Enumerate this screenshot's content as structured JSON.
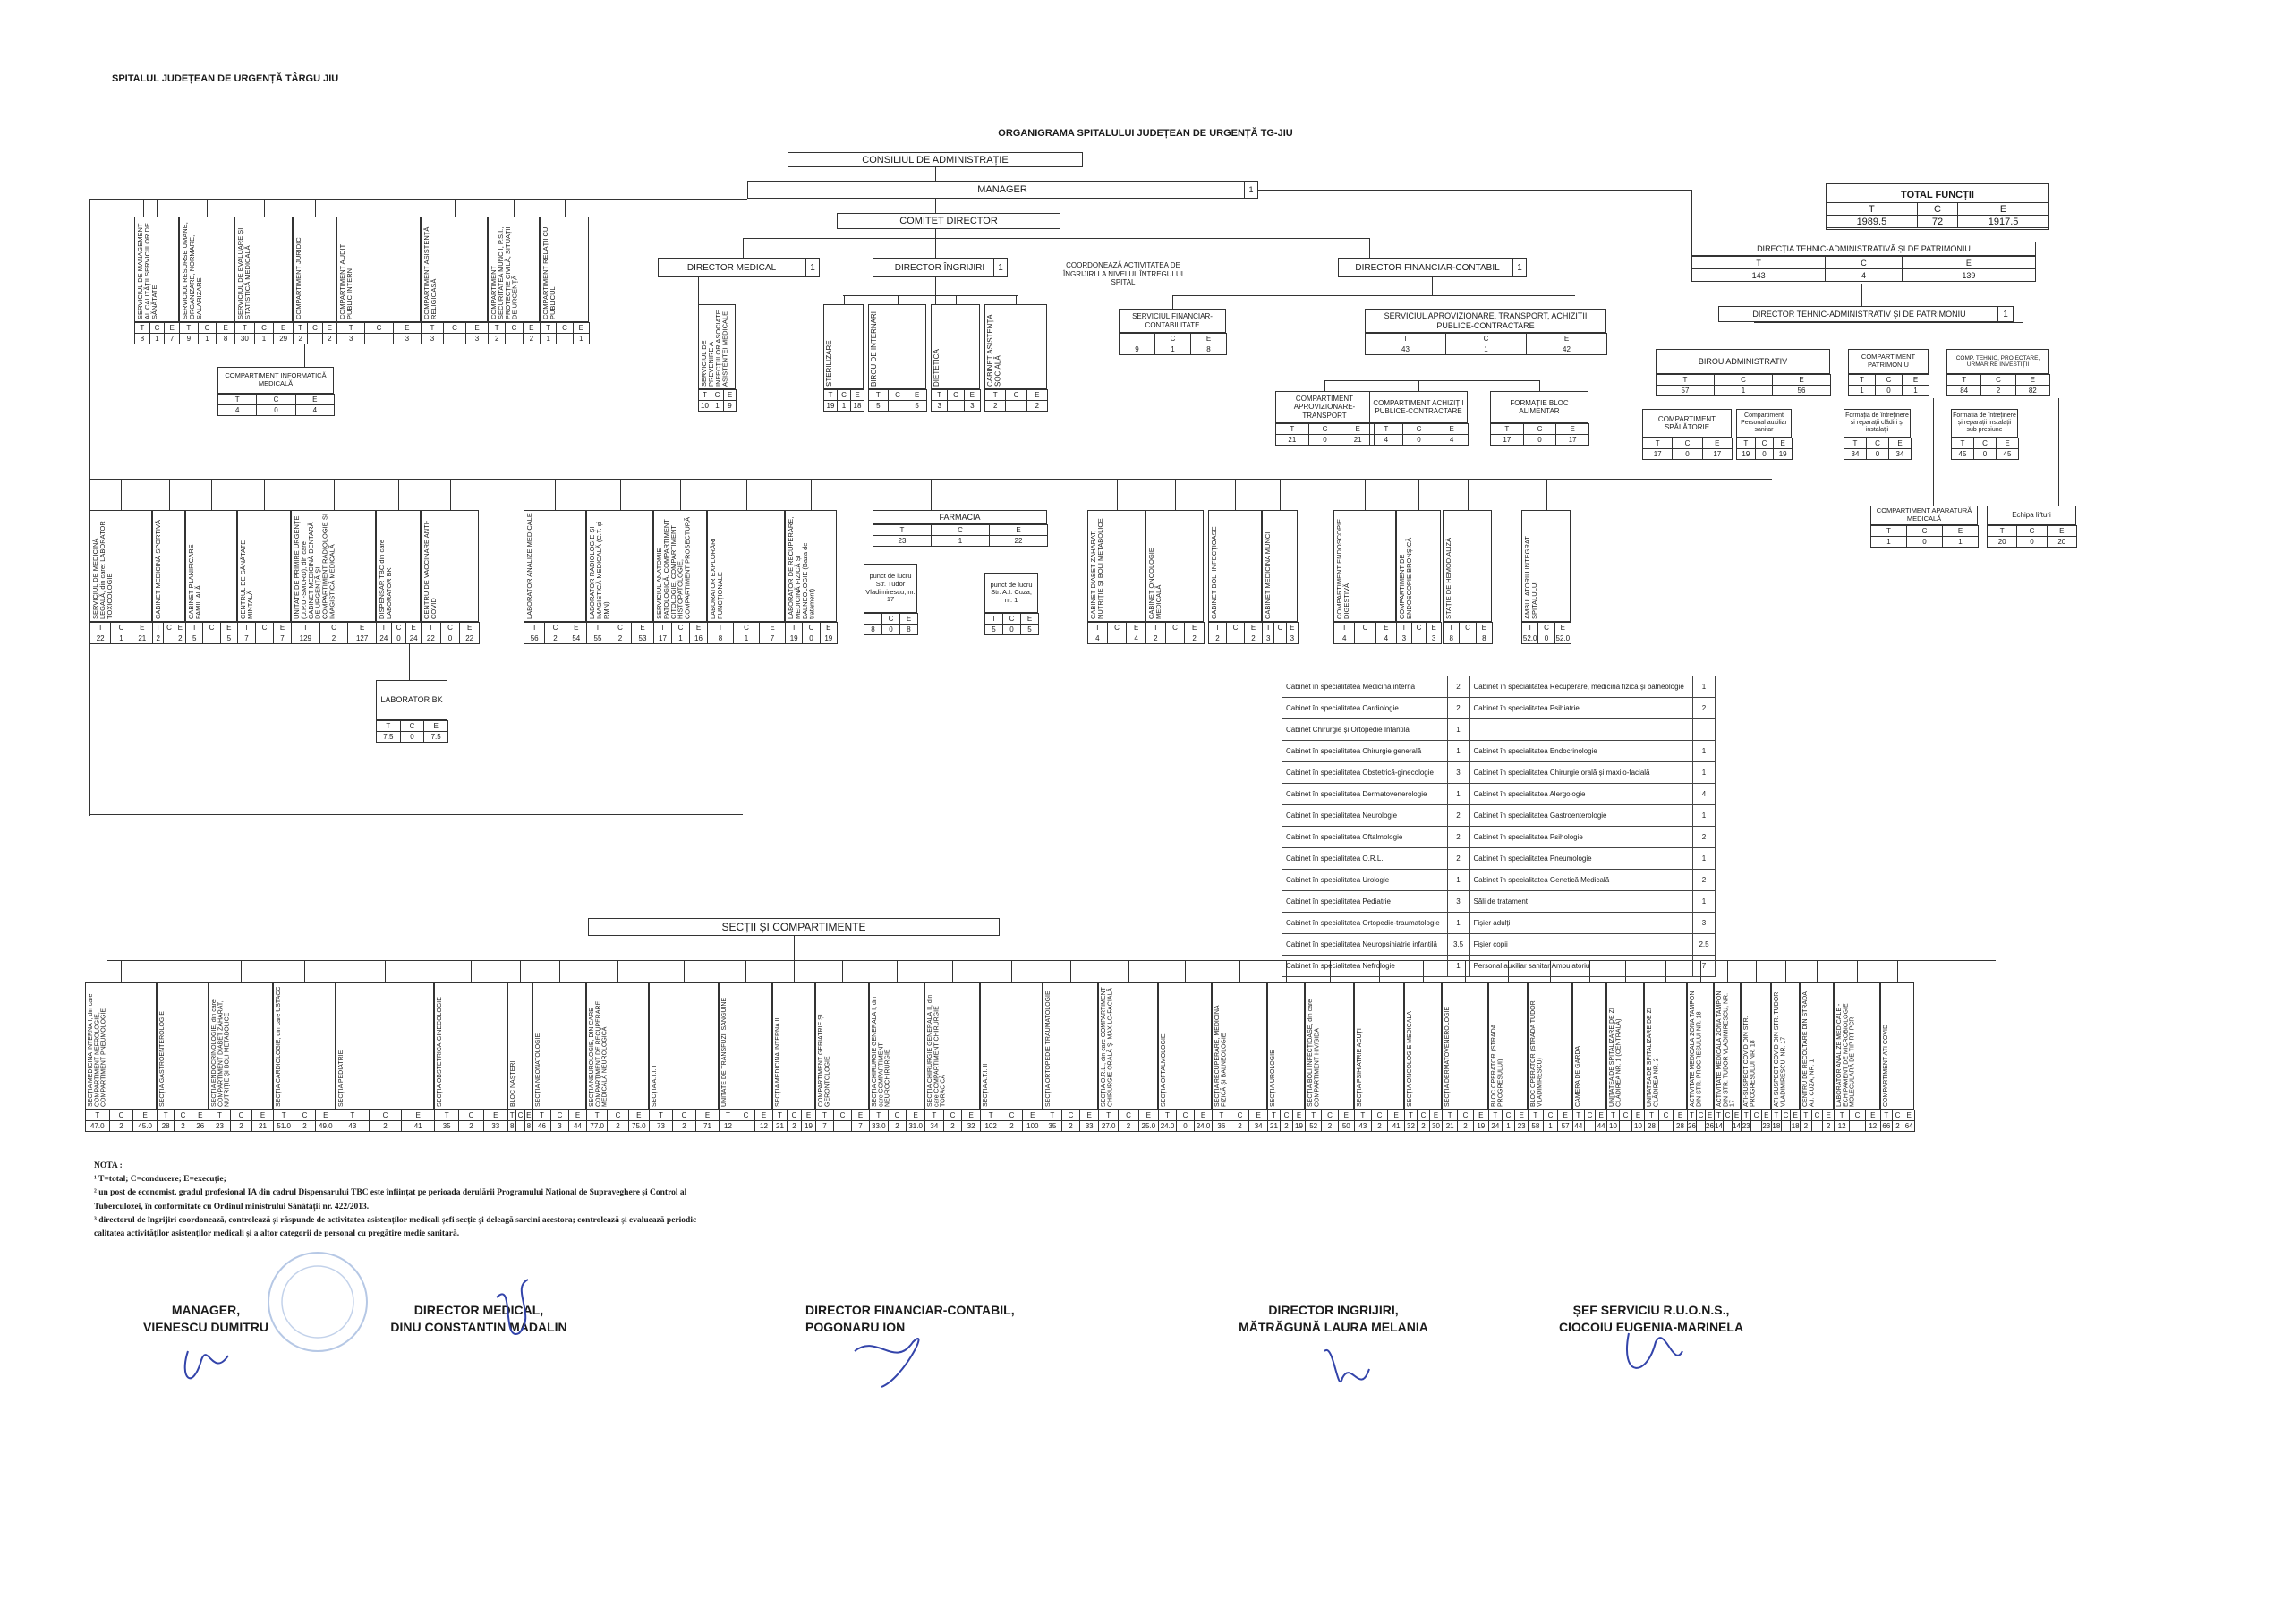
{
  "header": {
    "hospital": "SPITALUL JUDEȚEAN DE URGENȚĂ TÂRGU JIU",
    "title": "ORGANIGRAMA SPITALULUI JUDEȚEAN DE URGENȚĂ TG-JIU"
  },
  "top": {
    "council": "CONSILIUL DE ADMINISTRAȚIE",
    "manager": "MANAGER",
    "manager_count": "1",
    "committee": "COMITET DIRECTOR",
    "director_medical": "DIRECTOR MEDICAL",
    "director_ingrijiri": "DIRECTOR ÎNGRIJIRI",
    "director_financiar": "DIRECTOR FINANCIAR-CONTABIL",
    "dir_count": "1",
    "coordination_note": "COORDONEAZĂ ACTIVITATEA DE ÎNGRIJIRI LA NIVELUL ÎNTREGULUI SPITAL"
  },
  "totals": {
    "title": "TOTAL FUNCȚII",
    "headers": [
      "T",
      "C",
      "E"
    ],
    "values": [
      "1989.5",
      "72",
      "1917.5"
    ]
  },
  "manager_units": [
    {
      "label": "SERVICIUL DE MANAGEMENT AL CALITĂȚII SERVICIILOR DE SĂNĂTATE",
      "t": "8",
      "c": "1",
      "e": "7"
    },
    {
      "label": "SERVICIUL RESURSE UMANE, ORGANIZARE, NORMARE, SALARIZARE",
      "t": "9",
      "c": "1",
      "e": "8"
    },
    {
      "label": "SERVICIUL DE EVALUARE ȘI STATISTICĂ MEDICALĂ",
      "t": "30",
      "c": "1",
      "e": "29"
    },
    {
      "label": "COMPARTIMENT JURIDIC",
      "t": "2",
      "c": "",
      "e": "2"
    },
    {
      "label": "COMPARTIMENT AUDIT PUBLIC INTERN",
      "t": "3",
      "c": "",
      "e": "3"
    },
    {
      "label": "COMPARTIMENT ASISTENȚĂ RELIGIOASĂ",
      "t": "3",
      "c": "",
      "e": "3"
    },
    {
      "label": "COMPARTIMENT SECURITATEA MUNCII, P.S.I., PROTECȚIE CIVILĂ, SITUAȚII DE URGENȚĂ",
      "t": "2",
      "c": "",
      "e": "2"
    },
    {
      "label": "COMPARTIMENT RELAȚII CU PUBLICUL",
      "t": "1",
      "c": "",
      "e": "1"
    }
  ],
  "informatica": {
    "label": "COMPARTIMENT INFORMATICĂ MEDICALĂ",
    "t": "4",
    "c": "0",
    "e": "4"
  },
  "medical_units": [
    {
      "label": "SERVICIUL DE PREVENIRE A INFECȚIILOR ASOCIATE ASISTENȚEI MEDICALE",
      "t": "10",
      "c": "1",
      "e": "9"
    }
  ],
  "ingrijiri_units": [
    {
      "label": "STERILIZARE",
      "t": "19",
      "c": "1",
      "e": "18"
    },
    {
      "label": "BIROU DE INTERNĂRI",
      "t": "5",
      "c": "",
      "e": "5"
    },
    {
      "label": "DIETETICĂ",
      "t": "3",
      "c": "",
      "e": "3"
    },
    {
      "label": "CABINET ASISTENȚĂ SOCIALĂ",
      "t": "2",
      "c": "",
      "e": "2"
    }
  ],
  "financiar": {
    "contab": {
      "label": "SERVICIUL FINANCIAR-CONTABILITATE",
      "t": "9",
      "c": "1",
      "e": "8"
    },
    "aprov": {
      "label": "SERVICIUL APROVIZIONARE, TRANSPORT, ACHIZIȚII PUBLICE-CONTRACTARE",
      "t": "43",
      "c": "1",
      "e": "42"
    },
    "sub": [
      {
        "label": "COMPARTIMENT APROVIZIONARE-TRANSPORT",
        "t": "21",
        "c": "0",
        "e": "21"
      },
      {
        "label": "COMPARTIMENT ACHIZIȚII PUBLICE-CONTRACTARE",
        "t": "4",
        "c": "0",
        "e": "4"
      },
      {
        "label": "FORMAȚIE BLOC ALIMENTAR",
        "t": "17",
        "c": "0",
        "e": "17"
      }
    ]
  },
  "tehnic": {
    "directia": "DIRECȚIA TEHNIC-ADMINISTRATIVĂ ȘI DE PATRIMONIU",
    "dir_vals": [
      "143",
      "4",
      "139"
    ],
    "director": "DIRECTOR TEHNIC-ADMINISTRATIV ȘI DE PATRIMONIU",
    "director_count": "1",
    "birou": {
      "label": "BIROU ADMINISTRATIV",
      "t": "57",
      "c": "1",
      "e": "56"
    },
    "patrimoniu": {
      "label": "COMPARTIMENT PATRIMONIU",
      "t": "1",
      "c": "0",
      "e": "1"
    },
    "proiectare": {
      "label": "COMP. TEHNIC, PROIECTARE, URMĂRIRE INVESTIȚII",
      "t": "84",
      "c": "2",
      "e": "82"
    },
    "spalatorie": {
      "label": "COMPARTIMENT SPĂLĂTORIE",
      "t": "17",
      "c": "0",
      "e": "17"
    },
    "personal": {
      "label": "Compartiment Personal auxiliar sanitar",
      "t": "19",
      "c": "0",
      "e": "19"
    },
    "formatie1": {
      "label": "Formația de întreținere și reparații clădiri și instalații",
      "t": "34",
      "c": "0",
      "e": "34"
    },
    "formatie2": {
      "label": "Formația de întreținere și reparații instalații sub presiune",
      "t": "45",
      "c": "0",
      "e": "45"
    },
    "aparatura": {
      "label": "COMPARTIMENT APARATURĂ MEDICALĂ",
      "t": "1",
      "c": "0",
      "e": "1"
    },
    "lifturi": {
      "label": "Echipa lifturi",
      "t": "20",
      "c": "0",
      "e": "20"
    }
  },
  "mid_units": [
    {
      "label": "SERVICIUL DE MEDICINĂ LEGALĂ, din care: LABORATOR TOXICOLOGIE",
      "t": "22",
      "c": "1",
      "e": "21"
    },
    {
      "label": "CABINET MEDICINĂ SPORTIVĂ",
      "t": "2",
      "c": "",
      "e": "2"
    },
    {
      "label": "CABINET PLANIFICARE FAMILIALĂ",
      "t": "5",
      "c": "",
      "e": "5"
    },
    {
      "label": "CENTRUL DE SĂNĂTATE MINTALĂ",
      "t": "7",
      "c": "",
      "e": "7"
    },
    {
      "label": "UNITATE DE PRIMIRE URGENȚE (U.P.U.-SMURD), din care CABINET MEDICINĂ DENTARĂ DE URGENȚĂ ȘI COMPARTIMENT RADIOLOGIE ȘI IMAGISTICĂ MEDICALĂ",
      "t": "129",
      "c": "2",
      "e": "127"
    },
    {
      "label": "DISPENSAR TBC din care LABORATOR BK",
      "t": "24",
      "c": "0",
      "e": "24"
    },
    {
      "label": "CENTRU DE VACCINARE ANTI-COVID",
      "t": "22",
      "c": "0",
      "e": "22"
    },
    {
      "label": "LABORATOR ANALIZE MEDICALE",
      "t": "56",
      "c": "2",
      "e": "54"
    },
    {
      "label": "LABORATOR RADIOLOGIE ȘI IMAGISTICĂ MEDICALĂ (C.T. și RMN)",
      "t": "55",
      "c": "2",
      "e": "53"
    },
    {
      "label": "SERVICIUL ANATOMIE PATOLOGICĂ, COMPARTIMENT CITOLOGIE, COMPARTIMENT HISTOPATOLOGIE, COMPARTIMENT PROSECTURĂ",
      "t": "17",
      "c": "1",
      "e": "16"
    },
    {
      "label": "LABORATOR EXPLORĂRI FUNCȚIONALE",
      "t": "8",
      "c": "1",
      "e": "7"
    },
    {
      "label": "LABORATOR DE RECUPERARE, MEDICINĂ FIZICĂ ȘI BALNEOLOGIE (Baza de tratament)",
      "t": "19",
      "c": "0",
      "e": "19"
    }
  ],
  "bk": {
    "label": "LABORATOR BK",
    "t": "7.5",
    "c": "0",
    "e": "7.5"
  },
  "farmacia": {
    "label": "FARMACIA",
    "vals": [
      "23",
      "1",
      "22"
    ],
    "p1": {
      "label": "punct de lucru Str. Tudor Vladimirescu, nr. 17",
      "t": "8",
      "c": "0",
      "e": "8"
    },
    "p2": {
      "label": "punct de lucru Str. A.I. Cuza, nr. 1",
      "t": "5",
      "c": "0",
      "e": "5"
    }
  },
  "cabinets": [
    {
      "label": "CABINET DIABET ZAHARAT, NUTRIȚIE ȘI BOLI METABOLICE",
      "t": "4",
      "c": "",
      "e": "4"
    },
    {
      "label": "CABINET ONCOLOGIE MEDICALĂ",
      "t": "2",
      "c": "",
      "e": "2"
    },
    {
      "label": "CABINET BOLI INFECȚIOASE",
      "t": "2",
      "c": "",
      "e": "2"
    },
    {
      "label": "CABINET MEDICINA MUNCII",
      "t": "3",
      "c": "",
      "e": "3"
    },
    {
      "label": "COMPARTIMENT ENDOSCOPIE DIGESTIVĂ",
      "t": "4",
      "c": "",
      "e": "4"
    },
    {
      "label": "COMPARTIMENT DE ENDOSCOPIE BRONȘICĂ",
      "t": "3",
      "c": "",
      "e": "3"
    },
    {
      "label": "STAȚIE DE HEMODIALIZĂ",
      "t": "8",
      "c": "",
      "e": "8"
    },
    {
      "label": "AMBULATORIU INTEGRAT SPITALULUI",
      "t": "52.0",
      "c": "0",
      "e": "52.0"
    }
  ],
  "cab_list": [
    [
      "Cabinet în specialitatea Medicină internă",
      "2",
      "Cabinet în specialitatea Recuperare, medicină fizică și balneologie",
      "1"
    ],
    [
      "Cabinet în specialitatea Cardiologie",
      "2",
      "Cabinet în specialitatea Psihiatrie",
      "2"
    ],
    [
      "Cabinet Chirurgie și Ortopedie Infantilă",
      "1",
      "",
      ""
    ],
    [
      "Cabinet în specialitatea Chirurgie generală",
      "1",
      "Cabinet în specialitatea Endocrinologie",
      "1"
    ],
    [
      "Cabinet în specialitatea Obstetrică-ginecologie",
      "3",
      "Cabinet în specialitatea Chirurgie orală și maxilo-facială",
      "1"
    ],
    [
      "Cabinet în specialitatea Dermatovenerologie",
      "1",
      "Cabinet în specialitatea Alergologie",
      "4"
    ],
    [
      "Cabinet în specialitatea Neurologie",
      "2",
      "Cabinet în specialitatea Gastroenterologie",
      "1"
    ],
    [
      "Cabinet în specialitatea Oftalmologie",
      "2",
      "Cabinet în specialitatea Psihologie",
      "2"
    ],
    [
      "Cabinet în specialitatea O.R.L.",
      "2",
      "Cabinet în specialitatea Pneumologie",
      "1"
    ],
    [
      "Cabinet în specialitatea Urologie",
      "1",
      "Cabinet în specialitatea Genetică Medicală",
      "2"
    ],
    [
      "Cabinet în specialitatea Pediatrie",
      "3",
      "Săli de tratament",
      "1"
    ],
    [
      "Cabinet în specialitatea Ortopedie-traumatologie",
      "1",
      "Fișier adulți",
      "3"
    ],
    [
      "Cabinet în specialitatea Neuropsihiatrie infantilă",
      "3.5",
      "Fișier copii",
      "2.5"
    ],
    [
      "Cabinet în specialitatea Nefrologie",
      "1",
      "Personal auxiliar sanitar Ambulatoriu",
      "7"
    ]
  ],
  "sectii_title": "SECȚII ȘI COMPARTIMENTE",
  "sectii": [
    {
      "label": "SECȚIA MEDICINĂ INTERNĂ I, din care COMPARTIMENT NEFROLOGIE, COMPARTIMENT PNEUMOLOGIE",
      "t": "47.0",
      "c": "2",
      "e": "45.0"
    },
    {
      "label": "SECȚIA GASTROENTEROLOGIE",
      "t": "28",
      "c": "2",
      "e": "26"
    },
    {
      "label": "SECȚIA ENDOCRINOLOGIE, din care COMPARTIMENT DIABET ZAHARAT, NUTRIȚIE ȘI BOLI METABOLICE",
      "t": "23",
      "c": "2",
      "e": "21"
    },
    {
      "label": "SECȚIA CARDIOLOGIE, din care USTACC",
      "t": "51.0",
      "c": "2",
      "e": "49.0"
    },
    {
      "label": "SECȚIA PEDIATRIE",
      "t": "43",
      "c": "2",
      "e": "41"
    },
    {
      "label": "SECȚIA OBSTETRICĂ-GINECOLOGIE",
      "t": "35",
      "c": "2",
      "e": "33"
    },
    {
      "label": "BLOC NAȘTERI",
      "t": "8",
      "c": "",
      "e": "8"
    },
    {
      "label": "SECȚIA NEONATOLOGIE",
      "t": "46",
      "c": "3",
      "e": "44"
    },
    {
      "label": "SECȚIA NEUROLOGIE, DIN CARE COMPARTIMENT DE RECUPERARE MEDICALĂ NEUROLOGICĂ",
      "t": "77.0",
      "c": "2",
      "e": "75.0"
    },
    {
      "label": "SECȚIA A.T.I. I",
      "t": "73",
      "c": "2",
      "e": "71"
    },
    {
      "label": "UNITATE DE TRANSFUZII SANGUINE",
      "t": "12",
      "c": "",
      "e": "12"
    },
    {
      "label": "SECȚIA MEDICINĂ INTERNĂ II",
      "t": "21",
      "c": "2",
      "e": "19"
    },
    {
      "label": "COMPARTIMENT GERIATRIE ȘI GERONTOLOGIE",
      "t": "7",
      "c": "",
      "e": "7"
    },
    {
      "label": "SECȚIA CHIRURGIE GENERALĂ I, din care COMPARTIMENT NEUROCHIRURGIE",
      "t": "33.0",
      "c": "2",
      "e": "31.0"
    },
    {
      "label": "SECȚIA CHIRURGIE GENERALĂ II, din care COMPARTIMENT CHIRURGIE TORACICĂ",
      "t": "34",
      "c": "2",
      "e": "32"
    },
    {
      "label": "SECȚIA A.T.I. II",
      "t": "102",
      "c": "2",
      "e": "100"
    },
    {
      "label": "SECȚIA ORTOPEDIE TRAUMATOLOGIE",
      "t": "35",
      "c": "2",
      "e": "33"
    },
    {
      "label": "SECȚIA O.R.L., din care COMPARTIMENT CHIRURGIE ORALĂ ȘI MAXILO-FACIALĂ",
      "t": "27.0",
      "c": "2",
      "e": "25.0"
    },
    {
      "label": "SECȚIA OFTALMOLOGIE",
      "t": "24.0",
      "c": "0",
      "e": "24.0"
    },
    {
      "label": "SECȚIA RECUPERARE, MEDICINĂ FIZICĂ ȘI BALNEOLOGIE",
      "t": "36",
      "c": "2",
      "e": "34"
    },
    {
      "label": "SECȚIA UROLOGIE",
      "t": "21",
      "c": "2",
      "e": "19"
    },
    {
      "label": "SECȚIA BOLI INFECȚIOASE, din care COMPARTIMENT HIV/SIDA",
      "t": "52",
      "c": "2",
      "e": "50"
    },
    {
      "label": "SECȚIA PSIHIATRIE ACUȚI",
      "t": "43",
      "c": "2",
      "e": "41"
    },
    {
      "label": "SECȚIA ONCOLOGIE MEDICALĂ",
      "t": "32",
      "c": "2",
      "e": "30"
    },
    {
      "label": "SECȚIA DERMATOVENEROLOGIE",
      "t": "21",
      "c": "2",
      "e": "19"
    },
    {
      "label": "BLOC OPERATOR (STRADA PROGRESULUI)",
      "t": "24",
      "c": "1",
      "e": "23"
    },
    {
      "label": "BLOC OPERATOR (STRADA TUDOR VLADIMIRESCU)",
      "t": "58",
      "c": "1",
      "e": "57"
    },
    {
      "label": "CAMERA DE GARDĂ",
      "t": "44",
      "c": "",
      "e": "44"
    },
    {
      "label": "UNITATEA DE SPITALIZARE DE ZI CLĂDIREA NR. 1 (CENTRALĂ)",
      "t": "10",
      "c": "",
      "e": "10"
    },
    {
      "label": "UNITATEA DE SPITALIZARE DE ZI CLĂDIREA NR. 2",
      "t": "28",
      "c": "",
      "e": "28"
    },
    {
      "label": "ACTIVITATE MEDICALĂ ZONA TAMPON DIN STR. PROGRESULUI NR. 18",
      "t": "26",
      "c": "",
      "e": "26"
    },
    {
      "label": "ACTIVITATE MEDICALĂ ZONA TAMPON DIN STR. TUDOR VLADIMIRESCU, NR. 17",
      "t": "14",
      "c": "",
      "e": "14"
    },
    {
      "label": "ATI-SUSPECT COVID DIN STR. PROGRESULUI NR. 18",
      "t": "23",
      "c": "",
      "e": "23"
    },
    {
      "label": "ATI-SUSPECT COVID DIN STR. TUDOR VLADIMIRESCU, NR. 17",
      "t": "18",
      "c": "",
      "e": "18"
    },
    {
      "label": "CENTRU DE RECOLTARE DIN STRADA A.I. CUZA, NR. 1",
      "t": "2",
      "c": "",
      "e": "2"
    },
    {
      "label": "LABORATOR ANALIZE MEDICALE - ECHIPAMENT DE MICROBIOLOGIE MOLECULARĂ DE TIP RT-PCR",
      "t": "12",
      "c": "",
      "e": "12"
    },
    {
      "label": "COMPARTIMENT ATI COVID",
      "t": "66",
      "c": "2",
      "e": "64"
    }
  ],
  "notes": {
    "title": "NOTA :",
    "lines": [
      "¹ T=total; C=conducere; E=execuție;",
      "² un post de economist, gradul profesional IA din cadrul Dispensarului TBC este înființat pe perioada derulării Programului Național de Supraveghere și Control al",
      "Tuberculozei, în conformitate cu Ordinul ministrului Sănătății nr. 422/2013.",
      "³ directorul de îngrijiri coordonează, controlează și răspunde de activitatea asistenților medicali șefi secție și deleagă sarcini acestora; controlează și evaluează periodic",
      "calitatea activităților asistenților medicali și a altor categorii de personal cu pregătire medie sanitară."
    ]
  },
  "signatures": [
    {
      "role": "MANAGER,",
      "name": "VIENESCU DUMITRU"
    },
    {
      "role": "DIRECTOR MEDICAL,",
      "name": "DINU CONSTANTIN MADALIN"
    },
    {
      "role": "DIRECTOR FINANCIAR-CONTABIL,",
      "name": "POGONARU ION"
    },
    {
      "role": "DIRECTOR INGRIJIRI,",
      "name": "MĂTRĂGUNĂ LAURA MELANIA"
    },
    {
      "role": "ȘEF SERVICIU R.U.O.N.S.,",
      "name": "CIOCOIU EUGENIA-MARINELA"
    }
  ],
  "tce_headers": [
    "T",
    "C",
    "E"
  ]
}
